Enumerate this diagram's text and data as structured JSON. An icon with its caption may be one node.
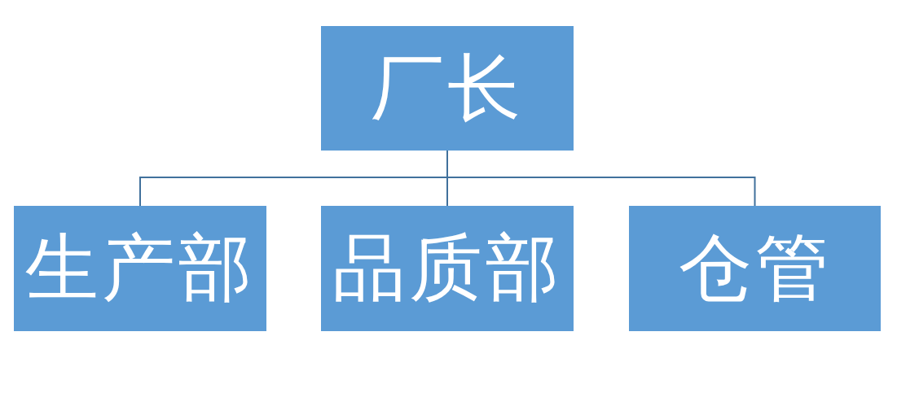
{
  "diagram": {
    "nodes": [
      {
        "text": [
          "厂长"
        ]
      },
      {
        "text": [
          "生产部"
        ]
      },
      {
        "text": [
          "品质部"
        ]
      },
      {
        "text": [
          "仓管"
        ]
      }
    ],
    "edges": [
      {
        "from": 0,
        "to": 1,
        "arrow": "none"
      },
      {
        "from": 0,
        "to": 2,
        "arrow": "none"
      },
      {
        "from": 0,
        "to": 3,
        "arrow": "none"
      }
    ]
  }
}
